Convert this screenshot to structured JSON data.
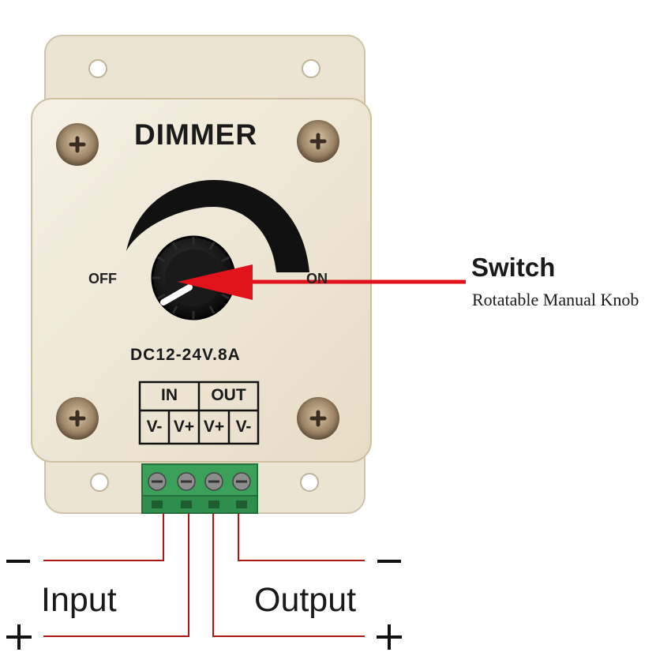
{
  "device": {
    "title": "DIMMER",
    "off_label": "OFF",
    "on_label": "ON",
    "rating": "DC12-24V.8A"
  },
  "terminal_table": {
    "in_header": "IN",
    "out_header": "OUT",
    "pins": [
      "V-",
      "V+",
      "V+",
      "V-"
    ]
  },
  "callout": {
    "title": "Switch",
    "subtitle": "Rotatable Manual Knob"
  },
  "wiring": {
    "input_label": "Input",
    "output_label": "Output",
    "minus_sign": "−",
    "plus_sign": "+"
  },
  "colors": {
    "housing": "#f1ebdc",
    "terminal_block": "#3aa05a",
    "arrow": "#e2121a",
    "wire": "#b01818",
    "knob": "#151515"
  }
}
